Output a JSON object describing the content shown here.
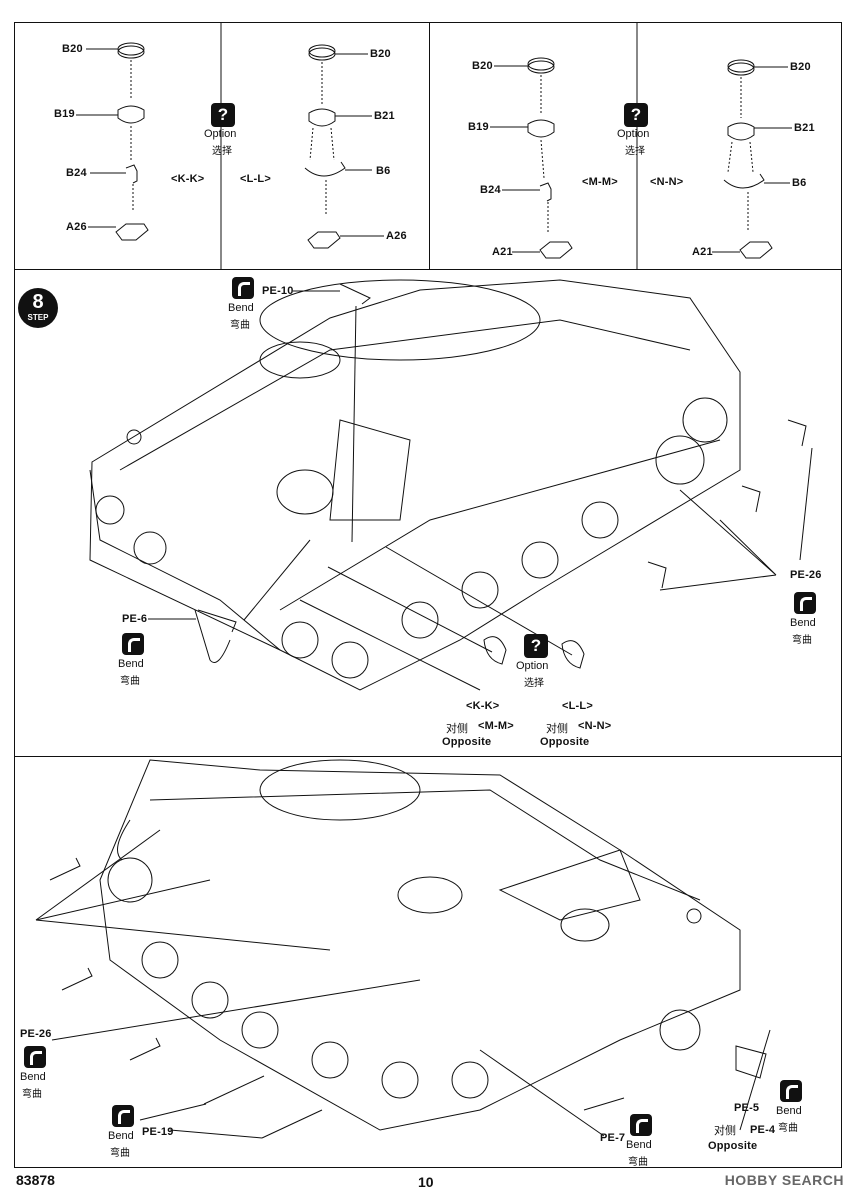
{
  "top_panels": {
    "kk": {
      "parts": [
        "B20",
        "B19",
        "B24",
        "A26"
      ],
      "label": "<K-K>"
    },
    "ll": {
      "parts": [
        "B20",
        "B21",
        "B6",
        "A26"
      ],
      "label": "<L-L>"
    },
    "mm": {
      "parts": [
        "B20",
        "B19",
        "B24",
        "A21"
      ],
      "label": "<M-M>"
    },
    "nn": {
      "parts": [
        "B20",
        "B21",
        "B6",
        "A21"
      ],
      "label": "<N-N>"
    },
    "option_1": {
      "glyph": "?",
      "en": "Option",
      "cn": "选择"
    },
    "option_2": {
      "glyph": "?",
      "en": "Option",
      "cn": "选择"
    }
  },
  "step": {
    "number": "8",
    "text": "STEP"
  },
  "middle_panel": {
    "pe10": "PE-10",
    "pe6": "PE-6",
    "pe26": "PE-26",
    "bend_en": "Bend",
    "bend_cn": "弯曲",
    "option_en": "Option",
    "option_cn": "选择",
    "option_glyph": "?",
    "kk": "<K-K>",
    "ll": "<L-L>",
    "opp_cn": "对侧",
    "mm": "<M-M>",
    "nn": "<N-N>",
    "opposite": "Opposite"
  },
  "bottom_panel": {
    "pe26": "PE-26",
    "pe19": "PE-19",
    "pe7": "PE-7",
    "pe5": "PE-5",
    "pe4": "PE-4",
    "opp_cn": "对侧",
    "opposite": "Opposite",
    "bend_en": "Bend",
    "bend_cn": "弯曲"
  },
  "footer": {
    "kit_number": "83878",
    "page_number": "10",
    "watermark": "HOBBY SEARCH"
  }
}
